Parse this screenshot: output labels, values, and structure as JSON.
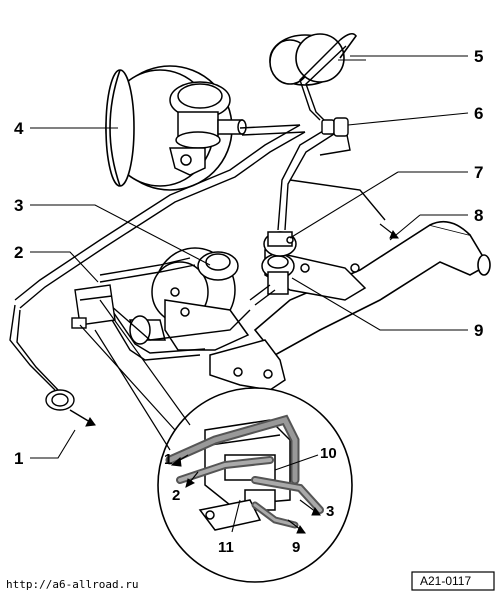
{
  "diagram": {
    "callouts": {
      "c1": "1",
      "c2": "2",
      "c3": "3",
      "c4": "4",
      "c5": "5",
      "c6": "6",
      "c7": "7",
      "c8": "8",
      "c9": "9"
    },
    "detail_callouts": {
      "d1": "1",
      "d2": "2",
      "d3": "3",
      "d9": "9",
      "d10": "10",
      "d11": "11"
    },
    "watermark_url": "http://a6-allroad.ru",
    "figure_id": "A21-0117"
  }
}
